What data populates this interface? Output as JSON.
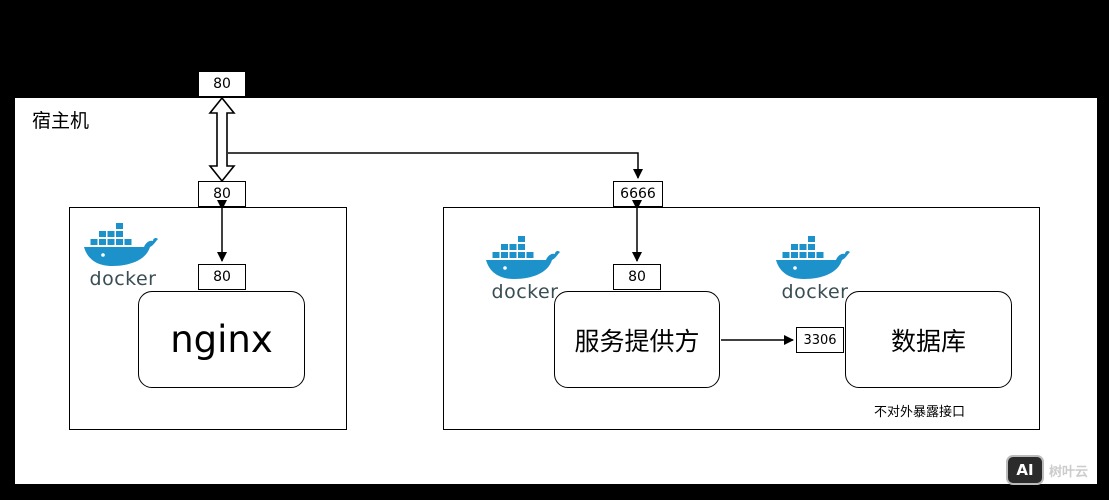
{
  "diagram": {
    "host_label": "宿主机",
    "external_port": "80",
    "host_port_nginx": "80",
    "host_port_service": "6666",
    "nginx": {
      "container_port": "80",
      "service_label": "nginx",
      "docker_logo_text": "docker"
    },
    "provider": {
      "container_port": "80",
      "service_label": "服务提供方",
      "docker_logo_text": "docker"
    },
    "database": {
      "container_port": "3306",
      "service_label": "数据库",
      "docker_logo_text": "docker",
      "note": "不对外暴露接口"
    }
  },
  "watermark": {
    "badge": "AI",
    "text": "树叶云"
  },
  "colors": {
    "background": "#000000",
    "host_fill": "#ffffff",
    "stroke": "#000000",
    "docker_blue": "#1D91CA",
    "docker_dark": "#394D54"
  },
  "icons": [
    "docker-whale-icon",
    "arrow-icon"
  ]
}
